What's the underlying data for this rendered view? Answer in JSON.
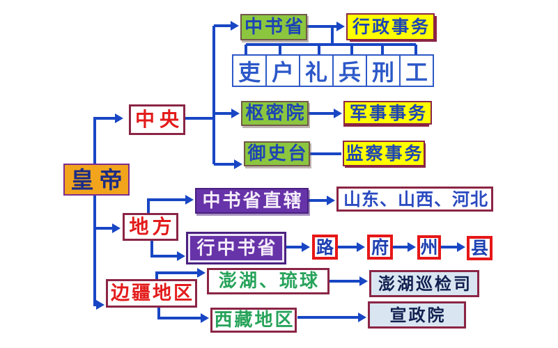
{
  "diagram": {
    "emperor": "皇帝",
    "central": "中央",
    "local": "地方",
    "frontier": "边疆地区",
    "zhongshu_sheng": "中书省",
    "admin_affairs": "行政事务",
    "ministries": [
      "吏",
      "户",
      "礼",
      "兵",
      "刑",
      "工"
    ],
    "shumi_yuan": "枢密院",
    "military_affairs": "军事事务",
    "yushi_tai": "御史台",
    "supervision_affairs": "监察事务",
    "zhixia": "中书省直辖",
    "zhixia_regions": "山东、山西、河北",
    "xing_zhongshu_sheng": "行中书省",
    "admin_levels": [
      "路",
      "府",
      "州",
      "县"
    ],
    "penghu_liuqiu": "澎湖、琉球",
    "penghu_xunjiansi": "澎湖巡检司",
    "xizang_region": "西藏地区",
    "xuanzheng_yuan": "宣政院",
    "colors": {
      "connector_blue": "#1846C4",
      "box_green": "#8CC63F",
      "box_yellow": "#FFFF00",
      "box_orange": "#F2A41C",
      "box_purple": "#6733A8",
      "box_lightblue": "#D9E6F2",
      "border_maroon": "#8B2545",
      "border_red": "#E61717",
      "text_red": "#E31B1B",
      "text_blue": "#1D44B5",
      "text_green": "#27A35A",
      "text_navy": "#1B2C86"
    }
  }
}
